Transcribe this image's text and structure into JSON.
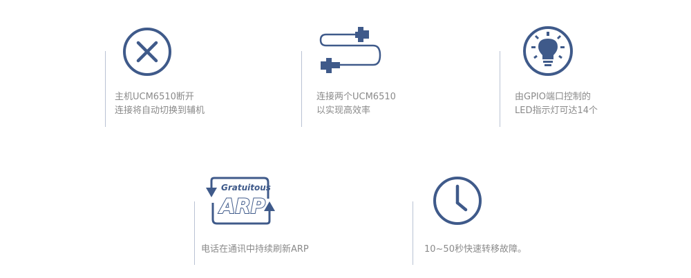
{
  "colors": {
    "icon": "#3f5a8a",
    "line": "#b9c2d3",
    "text": "#8a8a8a"
  },
  "features": [
    {
      "icon": "close-circle-icon",
      "lines": [
        "主机UCM6510断开",
        "连接将自动切换到辅机"
      ]
    },
    {
      "icon": "cable-connector-icon",
      "lines": [
        "连接两个UCM6510",
        "以实现高效率"
      ]
    },
    {
      "icon": "lightbulb-icon",
      "lines": [
        "由GPIO端口控制的",
        "LED指示灯可达14个"
      ]
    },
    {
      "icon": "gratuitous-arp-icon",
      "icon_text": [
        "Gratuitous",
        "ARP"
      ],
      "lines": [
        "电话在通讯中持续刷新ARP"
      ]
    },
    {
      "icon": "clock-icon",
      "lines": [
        "10~50秒快速转移故障。"
      ]
    }
  ]
}
